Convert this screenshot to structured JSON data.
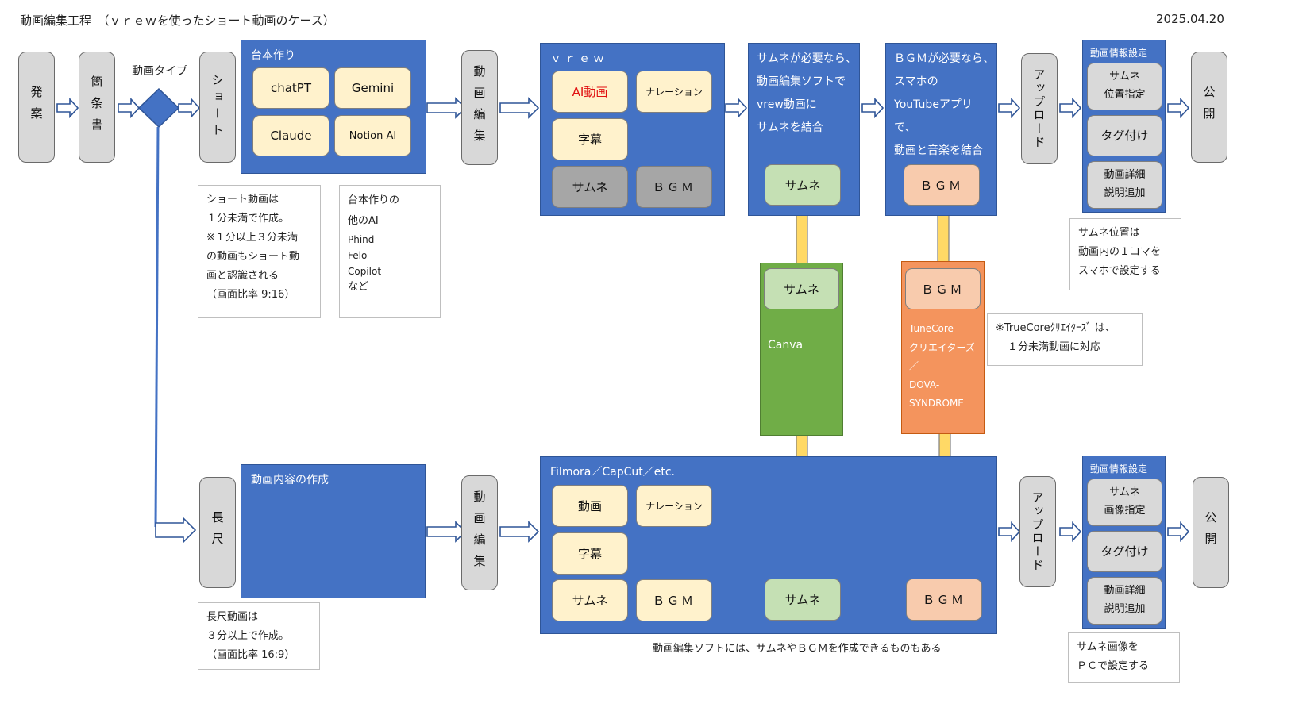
{
  "header": {
    "title": "動画編集工程　（ｖｒｅｗを使ったショート動画のケース）",
    "date": "2025.04.20"
  },
  "flow": {
    "hassan": "発案",
    "kajougaki": "箇条書",
    "douga_type_label": "動画タイプ",
    "short": "ショート",
    "nagashaku": "長尺",
    "douga_henshu": "動画編集",
    "upload": "アップロード",
    "koukai": "公開"
  },
  "script_box": {
    "title": "台本作り",
    "items": [
      "chatPT",
      "Gemini",
      "Claude",
      "Notion AI"
    ]
  },
  "short_note": {
    "lines": [
      "ショート動画は",
      "１分未満で作成。",
      "※１分以上３分未満",
      "の動画もショート動",
      "画と認識される",
      "（画面比率 9:16）"
    ]
  },
  "other_ai_note": {
    "lines": [
      "台本作りの",
      "他のAI",
      "Phind",
      "Felo",
      "Copilot",
      "など"
    ]
  },
  "vrew_box": {
    "title": "ｖｒｅｗ",
    "ai_video": "AI動画",
    "narration": "ナレーション",
    "subtitle": "字幕",
    "thumbnail": "サムネ",
    "bgm": "ＢＧＭ"
  },
  "thumb_box": {
    "lines": [
      "サムネが必要なら、",
      "動画編集ソフトで",
      "vrew動画に",
      "サムネを結合"
    ],
    "item": "サムネ"
  },
  "bgm_box": {
    "lines": [
      "ＢＧＭが必要なら、",
      "スマホの",
      "YouTubeアプリ で、",
      "動画と音楽を結合"
    ],
    "item": "ＢＧＭ"
  },
  "canva": {
    "item": "サムネ",
    "label": "Canva"
  },
  "tunecore": {
    "item": "ＢＧＭ",
    "lines": [
      "TuneCore",
      "クリエイターズ",
      "／",
      "DOVA-",
      "SYNDROME"
    ]
  },
  "tunecore_note": {
    "lines": [
      "※TrueCoreｸﾘｴｲﾀｰｽﾞ は、",
      "１分未満動画に対応"
    ]
  },
  "info_top": {
    "title": "動画情報設定",
    "thumb": [
      "サムネ",
      "位置指定"
    ],
    "tag": "タグ付け",
    "detail": [
      "動画詳細",
      "説明追加"
    ]
  },
  "info_top_note": {
    "lines": [
      "サムネ位置は",
      "動画内の１コマを",
      "スマホで設定する"
    ]
  },
  "long_content": {
    "title": "動画内容の作成"
  },
  "long_note": {
    "lines": [
      "長尺動画は",
      "３分以上で作成。",
      "（画面比率 16:9）"
    ]
  },
  "filmora_box": {
    "title": "Filmora／CapCut／etc.",
    "video": "動画",
    "narration": "ナレーション",
    "subtitle": "字幕",
    "thumbnail": "サムネ",
    "bgm": "ＢＧＭ",
    "thumb_right": "サムネ",
    "bgm_right": "ＢＧＭ"
  },
  "filmora_caption": "動画編集ソフトには、サムネやＢＧＭを作成できるものもある",
  "info_bottom": {
    "title": "動画情報設定",
    "thumb": [
      "サムネ",
      "画像指定"
    ],
    "tag": "タグ付け",
    "detail": [
      "動画詳細",
      "説明追加"
    ]
  },
  "info_bottom_note": {
    "lines": [
      "サムネ画像を",
      "ＰＣで設定する"
    ]
  },
  "colors": {
    "blue": "#4472c4",
    "cream": "#fff2cc",
    "green_fill": "#70ad47",
    "orange_fill": "#f4945d",
    "yellow_arrow": "#ffd966",
    "light_green": "#c5e0b4",
    "peach": "#f8cbad",
    "grey": "#d8d8d8"
  }
}
